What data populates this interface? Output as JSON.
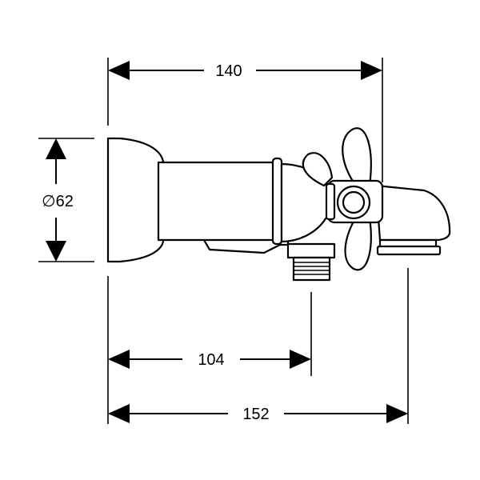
{
  "dimensions": {
    "overall_width_top": "140",
    "diameter": "∅62",
    "outlet_distance": "104",
    "overall_width_bottom": "152"
  }
}
